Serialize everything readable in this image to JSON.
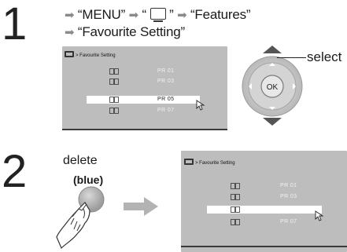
{
  "step1": {
    "number": "1",
    "line1": {
      "menu": "“MENU”",
      "icon_open": "“",
      "icon_close": "”",
      "features": "“Features”"
    },
    "line2": {
      "text": "“Favourite Setting”"
    }
  },
  "step2": {
    "number": "2",
    "delete_label": "delete",
    "blue_label": "(blue)"
  },
  "select_label": "select",
  "remote": {
    "ok_label": "OK"
  },
  "screen1": {
    "title": "> Favourite Setting",
    "rows": [
      {
        "label": "PR 01",
        "selected": false
      },
      {
        "label": "PR 03",
        "selected": false
      },
      {
        "label": "PR 05",
        "selected": true
      },
      {
        "label": "PR 07",
        "selected": false
      }
    ]
  },
  "screen2": {
    "title": "> Favourite Setting",
    "rows": [
      {
        "label": "PR 01",
        "selected": false
      },
      {
        "label": "PR 03",
        "selected": false
      },
      {
        "label": "",
        "selected": true
      },
      {
        "label": "PR 07",
        "selected": false
      }
    ]
  },
  "colors": {
    "screen_bg": "#bdbdbd",
    "highlight": "#ffffff",
    "arrow_grey": "#8a8a8a",
    "remote_grey": "#a8a8a8"
  },
  "icons": [
    "right-arrow-icon",
    "tv-menu-icon",
    "favourite-book-icon",
    "cursor-pointer-icon",
    "dpad-remote-icon",
    "hand-pressing-button-icon"
  ]
}
